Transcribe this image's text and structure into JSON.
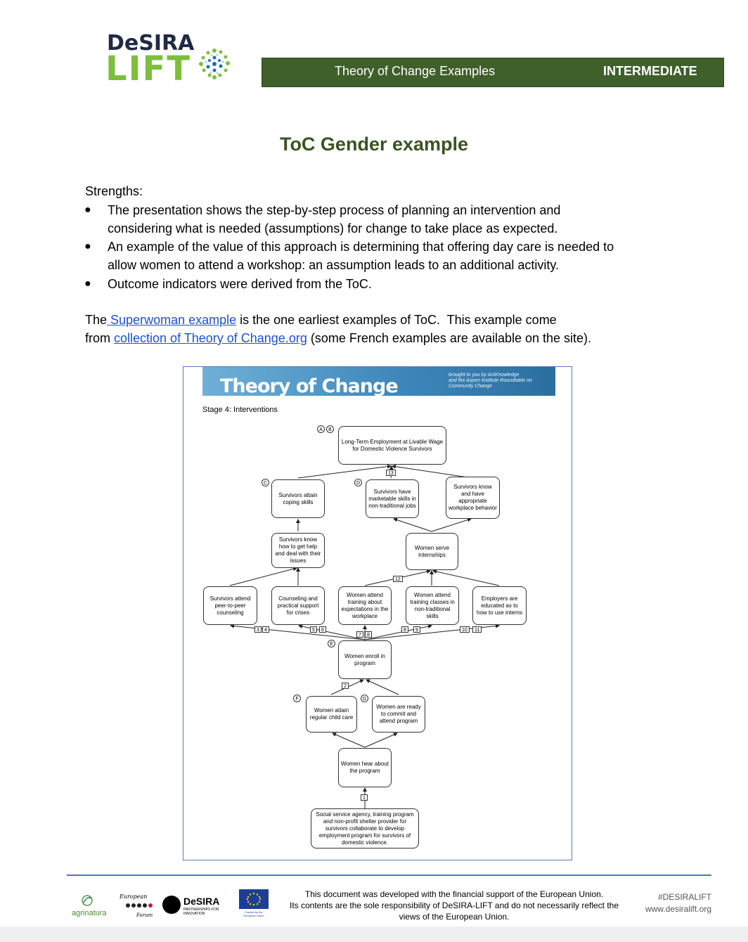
{
  "header": {
    "logo_line1": "DeSIRA",
    "logo_line2": "LIFT",
    "title": "Theory of Change Examples",
    "level": "INTERMEDIATE"
  },
  "page_title": "ToC Gender example",
  "strengths": {
    "heading": "Strengths:",
    "bullets": [
      [
        "The presentation shows the step-by-step process of planning an intervention and",
        "considering what is needed (assumptions) for change to take place as expected."
      ],
      [
        "An example of the value of this approach is determining that offering day care is needed to",
        "allow women to attend a workshop: an assumption leads to an additional activity."
      ],
      [
        "Outcome indicators were derived from the ToC."
      ]
    ]
  },
  "paragraph": {
    "p1_before": "The",
    "p1_link": " Superwoman example",
    "p1_after": " is the one earliest examples of ToC.  This example come",
    "p2_before": "from ",
    "p2_link": "collection of Theory of Change.org",
    "p2_after": " (some French examples are available on the site)."
  },
  "figure": {
    "banner_title": "Theory of Change",
    "banner_credit_line1": "brought to you by ActKnowledge",
    "banner_credit_line2": "and the Aspen Institute Roundtable on",
    "banner_credit_line3": "Community Change",
    "stage": "Stage 4: Interventions",
    "nodes": {
      "longterm": "Long-Term Employment at Livable Wage for Domestic Violence Survivors",
      "coping": "Survivors attain coping skills",
      "marketable": "Survivors have marketable skills in non-traditional jobs",
      "behavior": "Survivors know and have appropriate workplace behavior",
      "gethelp": "Survivors know how to get help and deal with their issues",
      "internships": "Women serve internships",
      "peer": "Survivors attend peer-to-peer counseling",
      "counseling": "Counseling and practical support for crises",
      "expectations": "Women attend training about expectations in the workplace",
      "nontrad": "Women attend training classes in non-traditional skills",
      "employers": "Employers are educated as to how to use interns",
      "enroll": "Women enroll in program",
      "childcare": "Women attain regular child care",
      "ready": "Women are ready to commit and attend program",
      "hear": "Women hear about the program",
      "agency": "Social service agency, training program and non-profit shelter provider for survivors collaborate to develop employment program for survivors of domestic violence."
    },
    "circles": [
      "A",
      "B",
      "C",
      "D",
      "E",
      "F",
      "G"
    ],
    "numbers": [
      "13",
      "12",
      "3",
      "4",
      "5",
      "6",
      "7",
      "8",
      "8",
      "9",
      "10",
      "11",
      "2",
      "1"
    ]
  },
  "footer": {
    "partner1": "agrinatura",
    "partner2_line1": "European",
    "partner2_line2": "Forum",
    "partner3_name": "DeSIRA",
    "partner3_sub": "PARTNERSHIPS FOR INNOVATION",
    "partner4": "Funded by the European Union",
    "disclaimer_line1": "This document was developed with the financial support of the European Union.",
    "disclaimer_line2": "Its contents are the sole responsibility of DeSIRA-LIFT and do not necessarily reflect the",
    "disclaimer_line3": "views of the European Union.",
    "hashtag": "#DESIRALIFT",
    "website": "www.desiralift.org"
  },
  "colors": {
    "header_bar": "#3f5f2b",
    "title_green": "#3b5323",
    "logo_green": "#7cbf3a",
    "link_blue": "#1f4fd8"
  }
}
